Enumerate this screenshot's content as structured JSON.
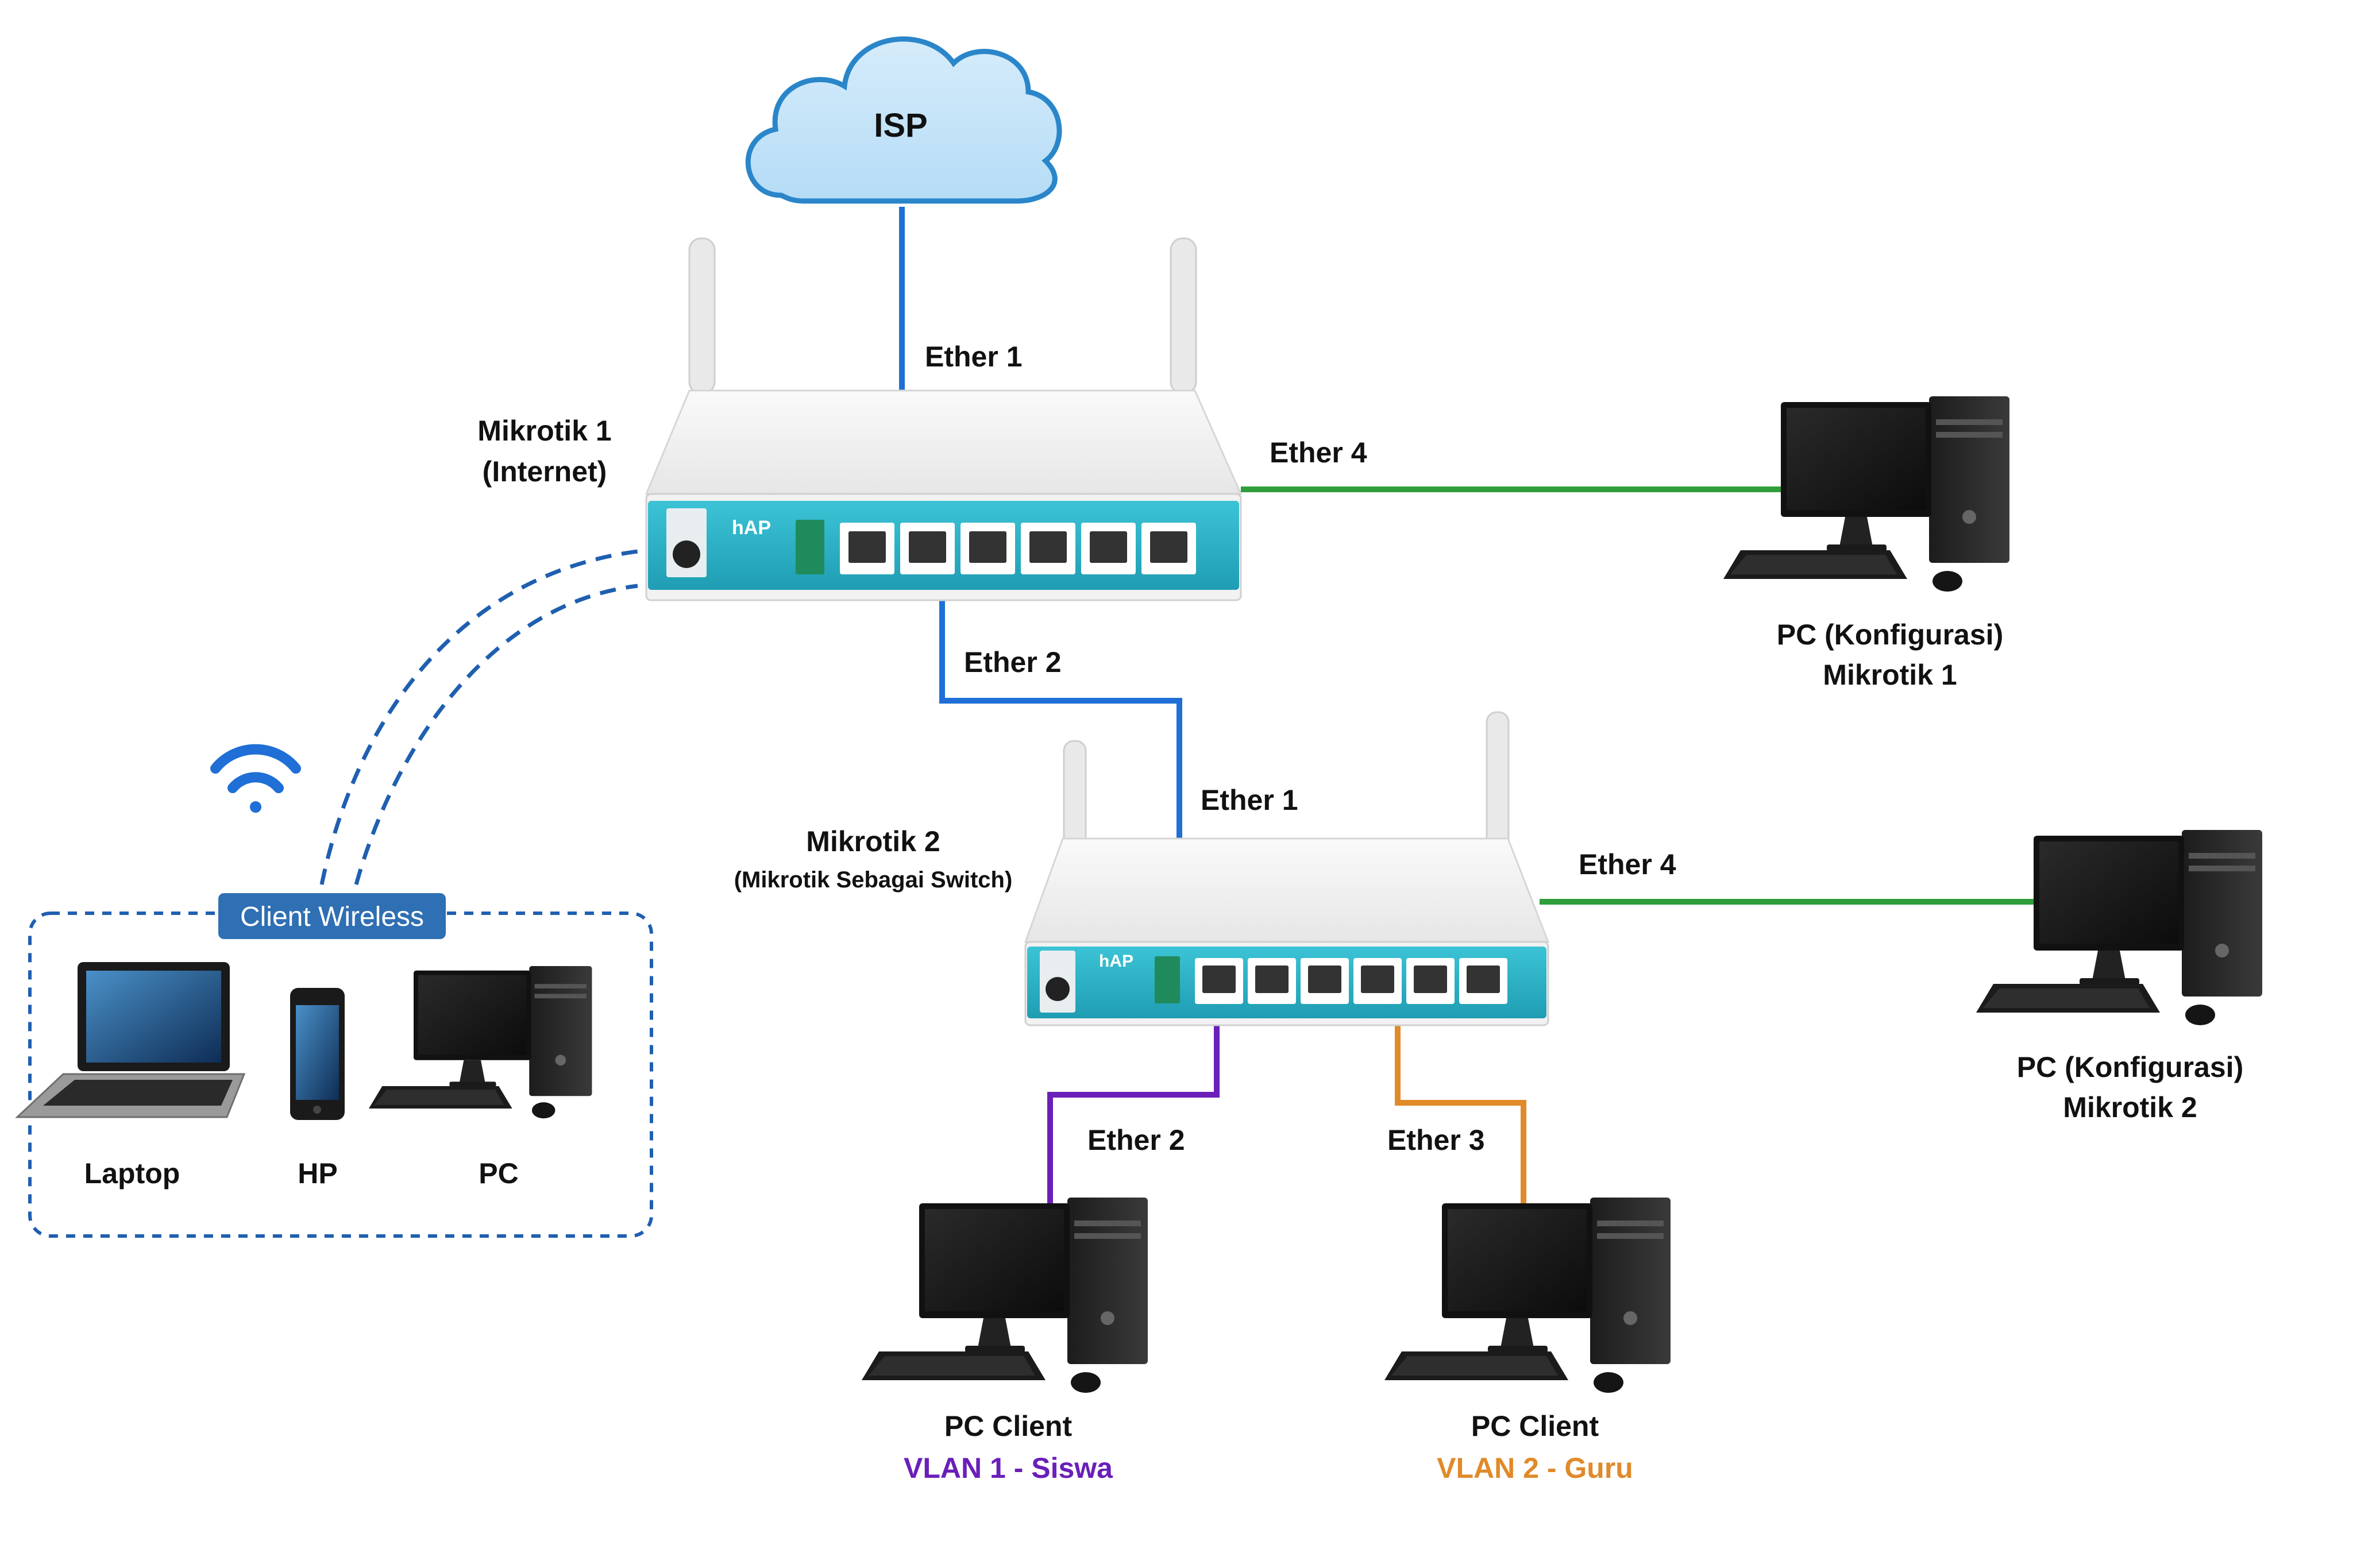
{
  "colors": {
    "isp_link": "#1f6fd6",
    "ether2_link": "#1f6fd6",
    "config_link": "#2f9e3a",
    "vlan1": "#6a1fb8",
    "vlan2": "#e08a2a",
    "wireless": "#1f5fb0",
    "router_panel": "#2bb3c9"
  },
  "isp": {
    "label": "ISP",
    "icon": "cloud-icon"
  },
  "router1": {
    "label_line1": "Mikrotik 1",
    "label_line2": "(Internet)",
    "brand": "hAP",
    "ether1": "Ether 1",
    "ether2": "Ether 2",
    "ether4": "Ether 4"
  },
  "router2": {
    "label_line1": "Mikrotik 2",
    "label_line2": "(Mikrotik Sebagai Switch)",
    "brand": "hAP",
    "ether1": "Ether 1",
    "ether2": "Ether 2",
    "ether3": "Ether 3",
    "ether4": "Ether 4"
  },
  "config_pc1": {
    "line1": "PC (Konfigurasi)",
    "line2": "Mikrotik 1"
  },
  "config_pc2": {
    "line1": "PC (Konfigurasi)",
    "line2": "Mikrotik 2"
  },
  "client1": {
    "line1": "PC Client",
    "line2": "VLAN 1 - Siswa"
  },
  "client2": {
    "line1": "PC Client",
    "line2": "VLAN 2 - Guru"
  },
  "wireless": {
    "title": "Client Wireless",
    "icon": "wifi-icon",
    "devices": [
      "Laptop",
      "HP",
      "PC"
    ]
  }
}
